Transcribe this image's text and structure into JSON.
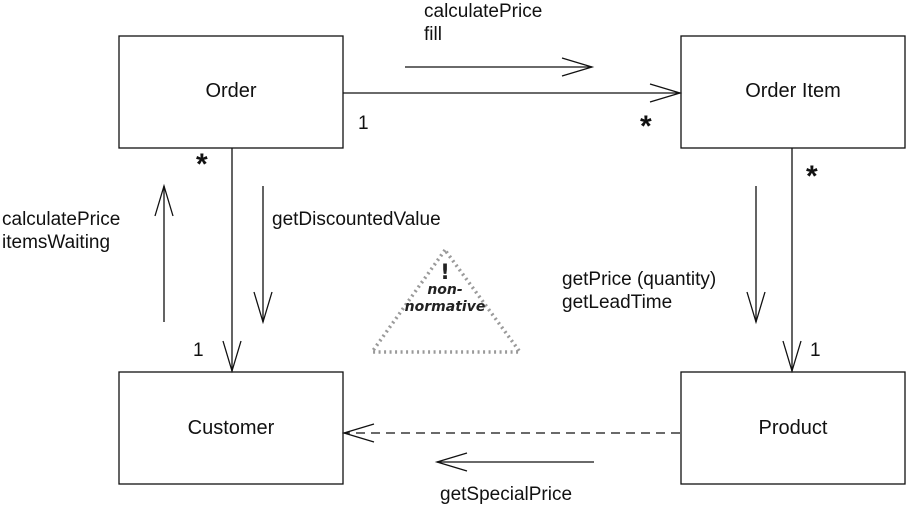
{
  "classes": {
    "order": "Order",
    "order_item": "Order Item",
    "customer": "Customer",
    "product": "Product"
  },
  "messages": {
    "order_to_item": [
      "calculatePrice",
      "fill"
    ],
    "customer_to_order": [
      "calculatePrice",
      "itemsWaiting"
    ],
    "order_to_customer": "getDiscountedValue",
    "item_to_product": [
      "getPrice (quantity)",
      "getLeadTime"
    ],
    "product_to_customer": "getSpecialPrice"
  },
  "multiplicities": {
    "order_item_order_end": "1",
    "order_item_item_end": "*",
    "order_customer_order_end": "*",
    "order_customer_customer_end": "1",
    "item_product_item_end": "*",
    "item_product_product_end": "1"
  },
  "note": {
    "symbol": "!",
    "line1": "non-",
    "line2": "normative"
  }
}
